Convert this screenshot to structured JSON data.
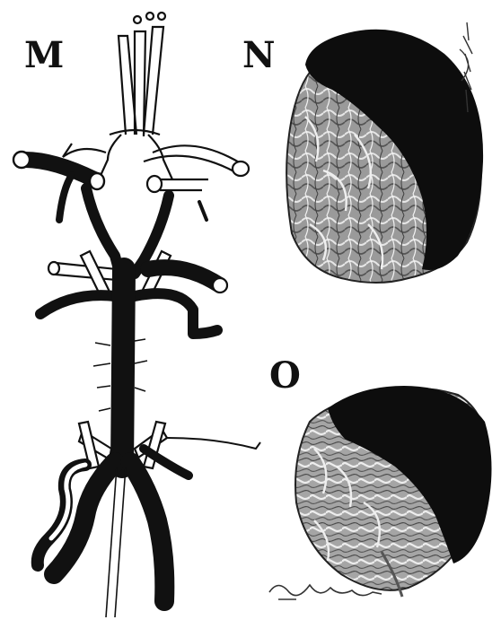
{
  "figure": {
    "panels": [
      {
        "id": "M",
        "label": "M"
      },
      {
        "id": "N",
        "label": "N"
      },
      {
        "id": "O",
        "label": "O"
      }
    ]
  },
  "colors": {
    "ink": "#111111",
    "paper": "#ffffff",
    "infarct": "#0d0d0d",
    "tissue_light": "#d9d9d9",
    "tissue_mid": "#8a8a8a",
    "tissue_dark": "#4a4a4a"
  }
}
